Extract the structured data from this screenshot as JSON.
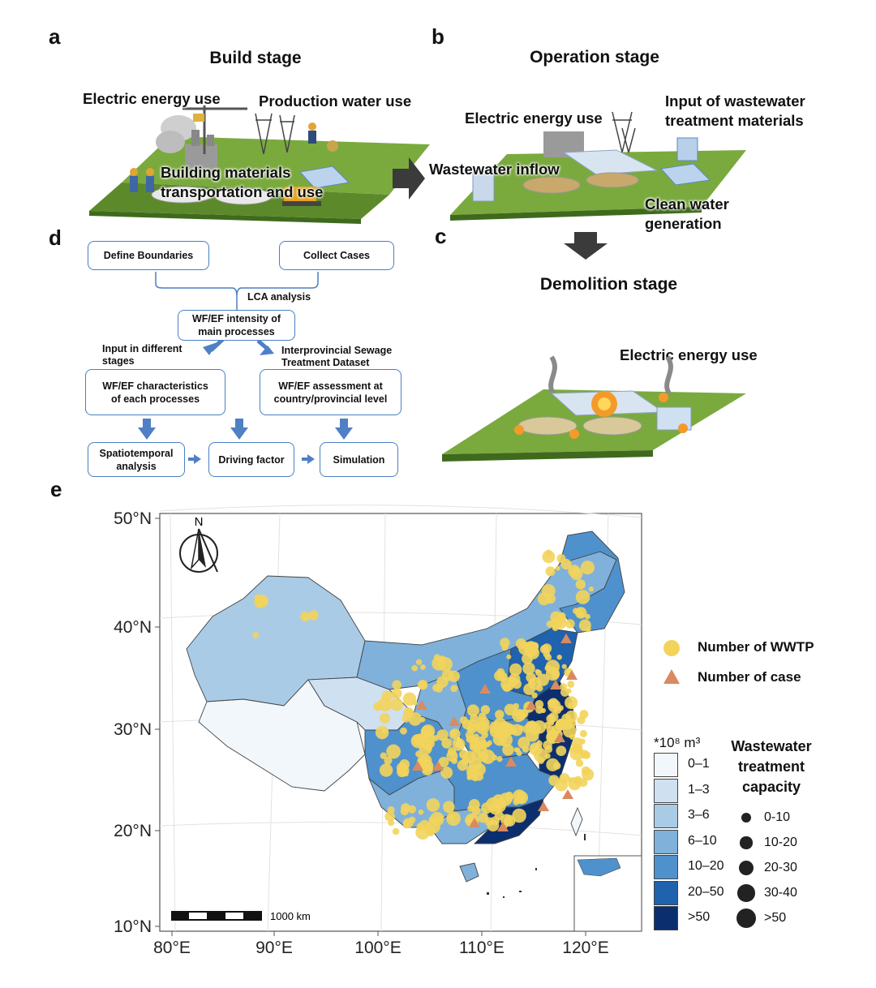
{
  "panels": {
    "a": {
      "letter": "a",
      "title": "Build stage",
      "labels": {
        "electric": "Electric energy use",
        "water": "Production water use",
        "materials_line1": "Building materials",
        "materials_line2": "transportation and use"
      }
    },
    "b": {
      "letter": "b",
      "title": "Operation stage",
      "labels": {
        "electric": "Electric energy use",
        "input_line1": "Input of wastewater",
        "input_line2": "treatment materials",
        "inflow": "Wastewater inflow",
        "clean_line1": "Clean water",
        "clean_line2": "generation"
      }
    },
    "c": {
      "letter": "c",
      "title": "Demolition stage",
      "labels": {
        "electric": "Electric energy use"
      }
    },
    "d": {
      "letter": "d",
      "boxes": {
        "define": "Define Boundaries",
        "collect": "Collect Cases",
        "wfef_line1": "WF/EF intensity of",
        "wfef_line2": "main processes",
        "char_line1": "WF/EF characteristics",
        "char_line2": "of each processes",
        "assess_line1": "WF/EF assessment at",
        "assess_line2": "country/provincial level",
        "spatio_line1": "Spatiotemporal",
        "spatio_line2": "analysis",
        "driving": "Driving factor",
        "simulation": "Simulation"
      },
      "texts": {
        "lca": "LCA analysis",
        "input_line1": "Input in different",
        "input_line2": "stages",
        "inter_line1": "Interprovincial Sewage",
        "inter_line2": "Treatment Dataset"
      }
    },
    "e": {
      "letter": "e",
      "north": "N",
      "scale_label": "1000 km",
      "lat_labels": [
        "50°N",
        "40°N",
        "30°N",
        "20°N",
        "10°N"
      ],
      "lon_labels": [
        "80°E",
        "90°E",
        "100°E",
        "110°E",
        "120°E"
      ],
      "legend": {
        "wwtp": "Number of WWTP",
        "case": "Number of case",
        "unit": "*10⁸ m³",
        "capacity_line1": "Wastewater",
        "capacity_line2": "treatment",
        "capacity_line3": "capacity",
        "classes": [
          {
            "label": "0–1",
            "color": "#f2f7fc"
          },
          {
            "label": "1–3",
            "color": "#cfe0f1"
          },
          {
            "label": "3–6",
            "color": "#a9cbe6"
          },
          {
            "label": "6–10",
            "color": "#7fb1db"
          },
          {
            "label": "10–20",
            "color": "#4f91cc"
          },
          {
            "label": "20–50",
            "color": "#1f62ad"
          },
          {
            "label": ">50",
            "color": "#0b2f6e"
          }
        ],
        "sizes": [
          "0-10",
          "10-20",
          "20-30",
          "30-40",
          ">50"
        ]
      },
      "colors": {
        "wwtp": "#f2d45c",
        "case": "#d98a60"
      }
    }
  }
}
